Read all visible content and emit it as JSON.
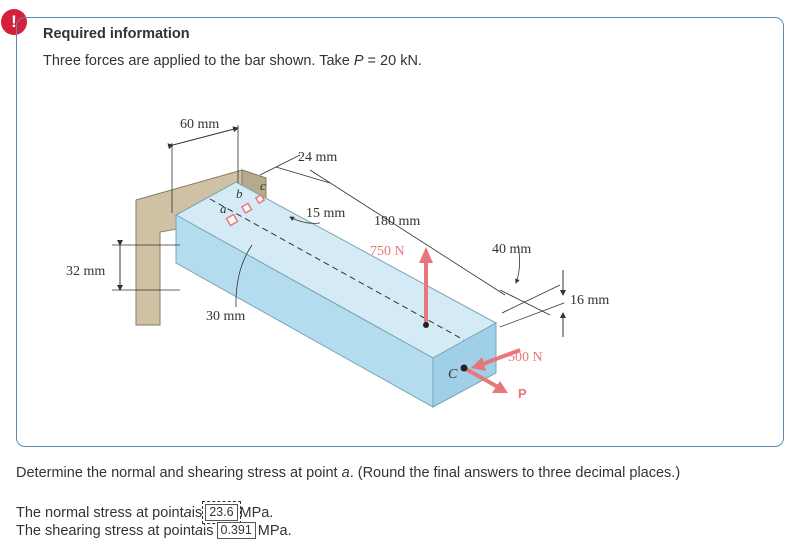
{
  "header": {
    "alert_glyph": "!",
    "title": "Required information",
    "intro_before": "Three forces are applied to the bar shown. Take ",
    "intro_var": "P",
    "intro_after": " = 20 kN."
  },
  "figure": {
    "dim_60": "60 mm",
    "dim_24": "24 mm",
    "dim_15": "15 mm",
    "dim_180": "180 mm",
    "dim_40": "40 mm",
    "dim_16": "16 mm",
    "dim_32": "32 mm",
    "dim_30": "30 mm",
    "force_750": "750 N",
    "force_500": "500 N",
    "force_p": "P",
    "point_a": "a",
    "point_b": "b",
    "point_c": "c",
    "point_C": "C",
    "colors": {
      "force_arrow": "#e8777b",
      "bar_top": "#d4ebf5",
      "bar_front": "#b3dcef",
      "wall": "#cfc2a4"
    }
  },
  "question": {
    "before": "Determine the normal and shearing stress at point ",
    "var": "a",
    "after": ". (Round the final answers to three decimal places.)"
  },
  "answers": {
    "normal_label_before": "The normal stress at point ",
    "normal_var": "a",
    "normal_label_after": " is",
    "normal_value": "23.6",
    "normal_unit": "MPa.",
    "shear_label_before": "The shearing stress at point ",
    "shear_var": "a",
    "shear_label_after": " is",
    "shear_value": "0.391",
    "shear_unit": "MPa."
  }
}
